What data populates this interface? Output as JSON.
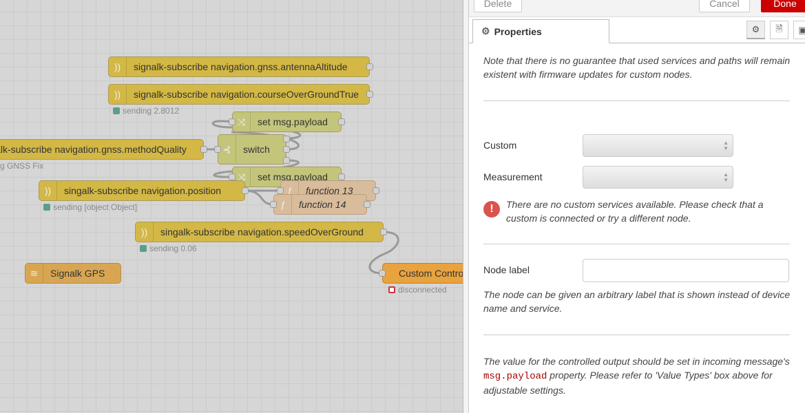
{
  "canvas": {
    "nodes": [
      {
        "label": "signalk-subscribe navigation.gnss.antennaAltitude"
      },
      {
        "label": "signalk-subscribe navigation.courseOverGroundTrue",
        "status": "sending 2.8012"
      },
      {
        "label": "set msg.payload"
      },
      {
        "label": "ialk-subscribe navigation.gnss.methodQuality",
        "status": "g GNSS Fix"
      },
      {
        "label": "switch"
      },
      {
        "label": "set msg.payload"
      },
      {
        "label": "singalk-subscribe navigation.position",
        "status": "sending [object Object]"
      },
      {
        "label": "function 13"
      },
      {
        "label": "function 14"
      },
      {
        "label": "singalk-subscribe navigation.speedOverGround",
        "status": "sending 0.06"
      },
      {
        "label": "Signalk GPS"
      },
      {
        "label": "Custom Control",
        "status": "disconnected"
      }
    ]
  },
  "panel": {
    "delete": "Delete",
    "cancel": "Cancel",
    "done": "Done",
    "tab": "Properties",
    "note1": "Note that there is no guarantee that used services and paths will remain existent with firmware updates for custom nodes.",
    "custom_label": "Custom",
    "measurement_label": "Measurement",
    "error": "There are no custom services available. Please check that a custom is connected or try a different node.",
    "node_label": "Node label",
    "node_label_value": "",
    "note2": "The node can be given an arbitrary label that is shown instead of device name and service.",
    "note3a": "The value for the controlled output should be set in incoming message's ",
    "note3code": "msg.payload",
    "note3b": " property. Please refer to 'Value Types' box above for adjustable settings."
  },
  "colors": {
    "done": "#cc0000",
    "error": "#d9534f"
  }
}
